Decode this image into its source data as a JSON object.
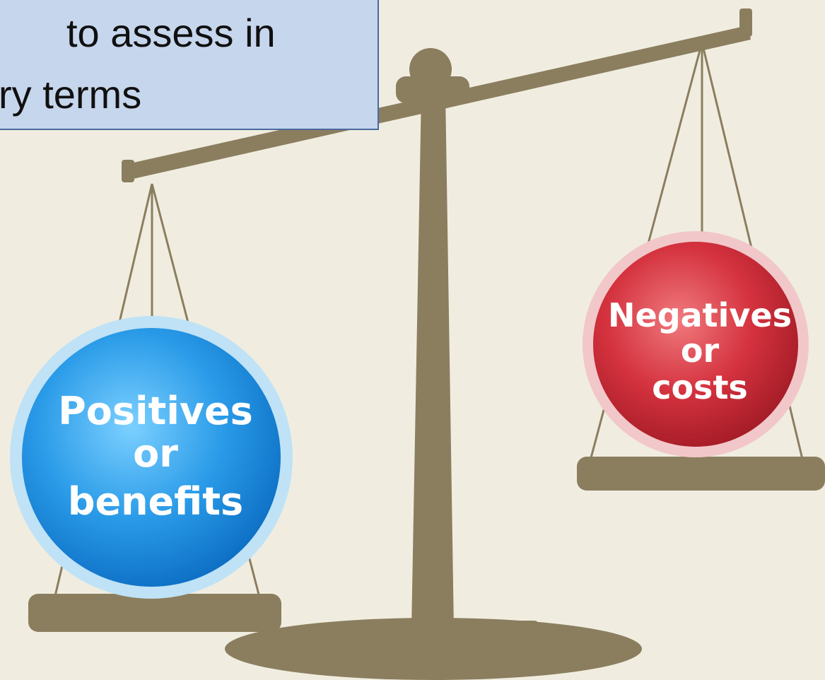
{
  "callout": {
    "line1": "to assess in",
    "line2": "ry terms"
  },
  "left_pan": {
    "ball_lines": [
      "Positives",
      "or",
      "benefits"
    ]
  },
  "right_pan": {
    "ball_lines": [
      "Negatives",
      "or",
      "costs"
    ]
  },
  "colors": {
    "background": "#f0ede0",
    "scale": "#8b7e5f",
    "left_ball": "#2a9be8",
    "right_ball": "#d4323e",
    "callout_fill": "#c6d6ec",
    "callout_border": "#4a6a9e"
  }
}
